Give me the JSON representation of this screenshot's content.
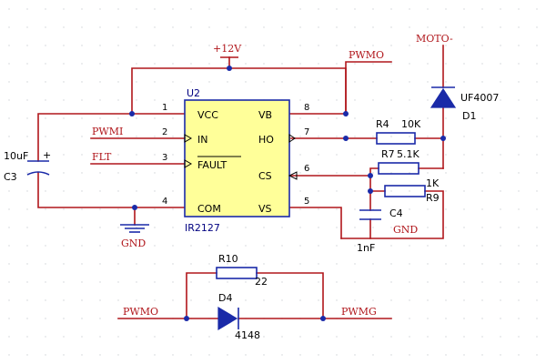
{
  "colors": {
    "wire": "#b0161b",
    "body_stroke": "#1a2aa8",
    "ic_fill": "#ffff99",
    "diode_fill": "#1a2aa8",
    "text_ref": "#000080"
  },
  "ic": {
    "ref": "U2",
    "part": "IR2127",
    "left_pins": [
      {
        "num": "1",
        "name": "VCC"
      },
      {
        "num": "2",
        "name": "IN"
      },
      {
        "num": "3",
        "name": "FAULT"
      },
      {
        "num": "4",
        "name": "COM"
      }
    ],
    "right_pins": [
      {
        "num": "8",
        "name": "VB"
      },
      {
        "num": "7",
        "name": "HO"
      },
      {
        "num": "6",
        "name": "CS"
      },
      {
        "num": "5",
        "name": "VS"
      }
    ]
  },
  "nets": {
    "vcc": "+12V",
    "pwmi": "PWMI",
    "flt": "FLT",
    "gnd_left": "GND",
    "pwmo_top": "PWMO",
    "moto": "MOTO-",
    "gnd_right": "GND",
    "pwmo_bottom": "PWMO",
    "pwmg": "PWMG"
  },
  "components": {
    "c3": {
      "ref": "C3",
      "value": "10uF"
    },
    "r4": {
      "ref": "R4",
      "value": "10K"
    },
    "r7": {
      "ref": "R7",
      "value": "5.1K"
    },
    "r9": {
      "ref": "R9",
      "value": "1K"
    },
    "c4": {
      "ref": "C4",
      "value": "1nF"
    },
    "d1": {
      "ref": "D1",
      "value": "UF4007"
    },
    "r10": {
      "ref": "R10",
      "value": "22"
    },
    "d4": {
      "ref": "D4",
      "value": "4148"
    }
  }
}
